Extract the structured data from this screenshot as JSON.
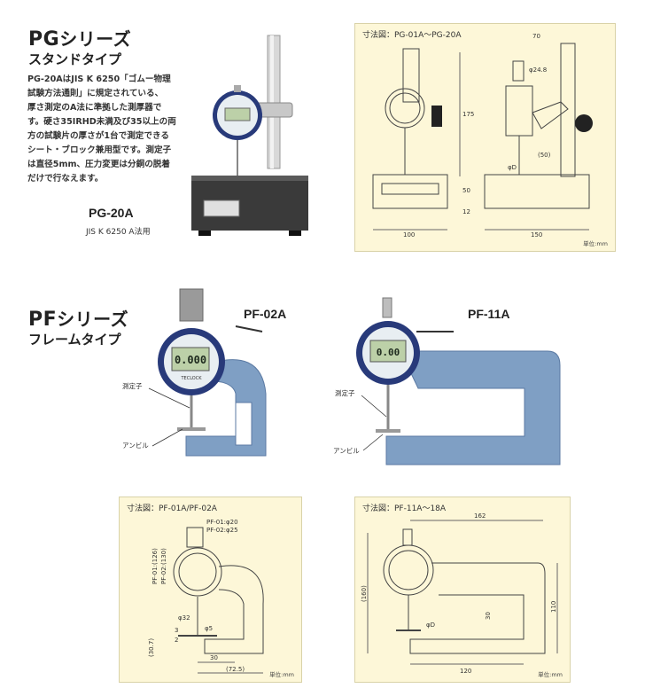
{
  "pg": {
    "title_main": "PG",
    "title_rest": "シリーズ",
    "subtitle": "スタンドタイプ",
    "description_lines": [
      "PG-20AはJIS K 6250「ゴムー物理",
      "試験方法通則」に規定されている、",
      "厚さ測定のA法に準拠した測厚器で",
      "す。硬さ35IRHD未満及び35以上の両",
      "方の試験片の厚さが1台で測定できる",
      "シート・ブロック兼用型です。測定子",
      "は直径5mm、圧力変更は分銅の脱着",
      "だけで行なえます。"
    ],
    "model": "PG-20A",
    "model_note": "JIS K 6250 A法用"
  },
  "pg_diagram": {
    "title": "寸法図：PG-01A～PG-20A",
    "unit": "単位:mm",
    "dims": {
      "d70": "70",
      "d24": "φ24.8",
      "d175": "175",
      "d50v": "(50)",
      "phiD": "φD",
      "d50": "50",
      "d12": "12",
      "d100": "100",
      "d150": "150"
    }
  },
  "pf": {
    "title_main": "PF",
    "title_rest": "シリーズ",
    "subtitle": "フレームタイプ",
    "model_a": "PF-02A",
    "model_b": "PF-11A",
    "callout_spindle": "測定子",
    "callout_anvil": "アンビル",
    "callout_spindle_b": "測定子",
    "callout_anvil_b": "アンビル",
    "display_a": "0.000",
    "display_b": "0.00",
    "brand": "TECLOCK"
  },
  "pf_diagram_a": {
    "title": "寸法図：PF-01A/PF-02A",
    "unit": "単位:mm",
    "dims": {
      "n20": "PF-01:φ20",
      "n25": "PF-02:φ25",
      "v126": "PF-01:(126)",
      "v130": "PF-02:(130)",
      "phi32": "φ32",
      "phi5": "φ5",
      "d3": "3",
      "d2": "2",
      "d307": "(30.7)",
      "d30": "30",
      "d725": "(72.5)"
    }
  },
  "pf_diagram_b": {
    "title": "寸法図：PF-11A～18A",
    "unit": "単位:mm",
    "dims": {
      "d162": "162",
      "d160": "(160)",
      "phiD": "φD",
      "d30": "30",
      "d110": "110",
      "d120": "120"
    }
  },
  "colors": {
    "frame_blue": "#7f9fc4",
    "frame_stroke": "#5b7aa3",
    "dial_navy": "#283a7a",
    "lcd_green": "#bcd0a8",
    "panel_bg": "#fdf7d8",
    "base_dark": "#3a3a3a"
  }
}
